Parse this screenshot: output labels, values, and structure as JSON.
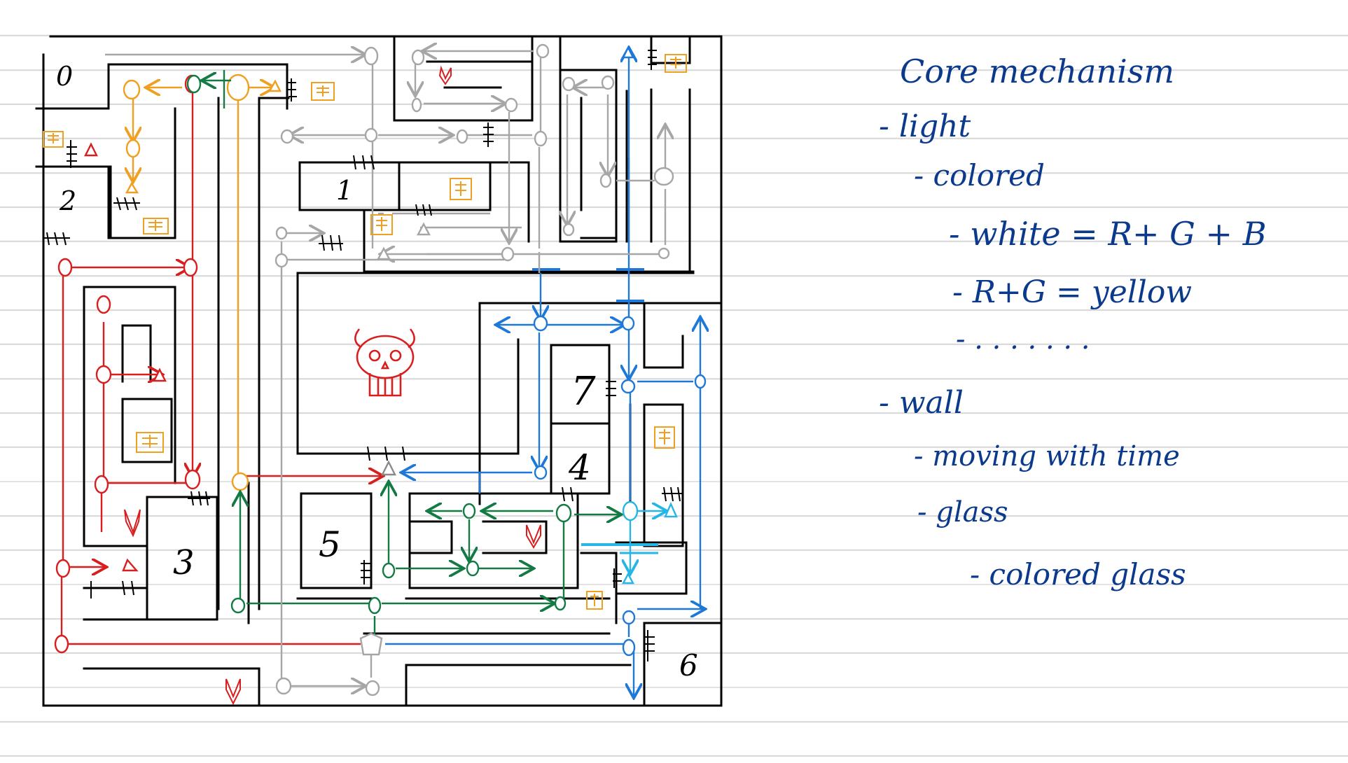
{
  "rooms": {
    "r0": "0",
    "r1": "1",
    "r2": "2",
    "r3": "3",
    "r4": "4",
    "r5": "5",
    "r6": "6",
    "r7": "7"
  },
  "notes": {
    "title": "Core mechanism",
    "light": "- light",
    "colored": "- colored",
    "white": "- white = R+ G + B",
    "yellow": "- R+G = yellow",
    "ellipsis": "- . . . . . . .",
    "wall": "- wall",
    "moving": "- moving with time",
    "glass": "- glass",
    "colored_glass": "- colored glass"
  },
  "colors": {
    "red": "#d81e1e",
    "orange": "#f0a020",
    "green": "#137a44",
    "blue": "#1e78d8",
    "cyan": "#26b6e6",
    "gray": "#a6a6a6",
    "ink": "#0b3a8c",
    "wall": "#000000"
  },
  "icons": {
    "boss": "horned-skull-icon",
    "fox": "fox-mask-icon",
    "chest": "treasure-chest-icon",
    "door": "door-marker-icon",
    "lamp": "light-node-icon",
    "prism": "prism-icon"
  }
}
